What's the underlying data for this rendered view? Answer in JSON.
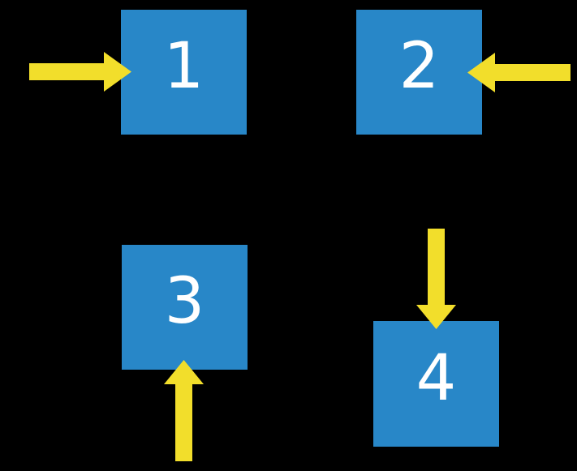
{
  "colors": {
    "background": "#000000",
    "box": "#2887C8",
    "arrow": "#F2DE2B",
    "number": "#FFFFFF"
  },
  "boxes": [
    {
      "label": "1",
      "arrow_direction": "pointing-right-into-left-side"
    },
    {
      "label": "2",
      "arrow_direction": "pointing-left-into-right-side"
    },
    {
      "label": "3",
      "arrow_direction": "pointing-up-into-bottom-side"
    },
    {
      "label": "4",
      "arrow_direction": "pointing-down-into-top-side"
    }
  ]
}
